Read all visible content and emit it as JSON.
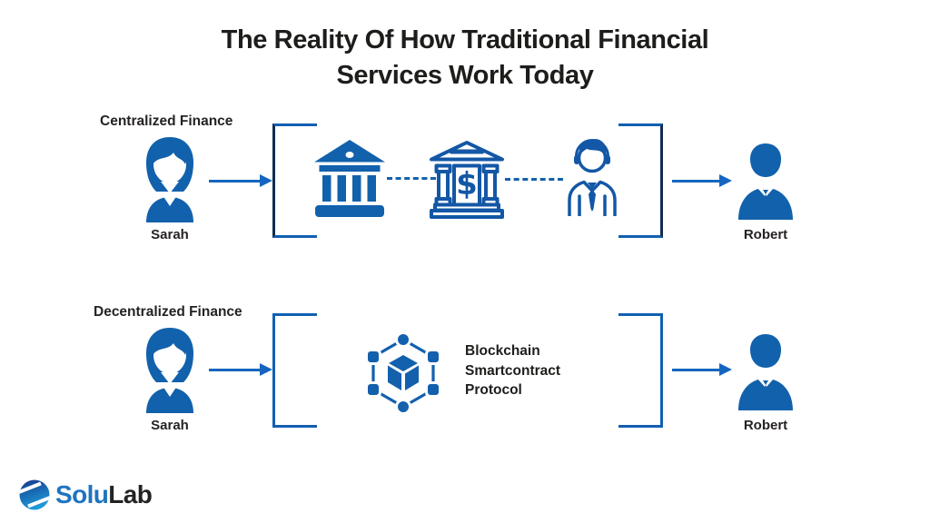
{
  "title": {
    "line1": "The Reality Of How Traditional Financial",
    "line2": "Services Work Today"
  },
  "rows": {
    "centralized": {
      "label": "Centralized Finance",
      "sender": "Sarah",
      "receiver": "Robert",
      "intermediary_icons": [
        "bank-building-icon",
        "bank-dollar-icon",
        "support-agent-icon"
      ],
      "dollar_sign": "$"
    },
    "decentralized": {
      "label": "Decentralized Finance",
      "sender": "Sarah",
      "receiver": "Robert",
      "middle_icon": "blockchain-icon",
      "middle_lines": [
        "Blockchain",
        "Smartcontract",
        "Protocol"
      ]
    }
  },
  "logo": {
    "name": "SoluLab",
    "part1": "Solu",
    "part2": "Lab"
  },
  "colors": {
    "icon_blue": "#1261ac",
    "outline_blue": "#1357a6",
    "arrow_blue": "#1565c0",
    "bracket_blue": "#1160b2",
    "bracket_dark": "#122c52",
    "text_dark": "#1d1d1b",
    "logo_blue": "#1f74c0",
    "logo_dark": "#232323"
  }
}
